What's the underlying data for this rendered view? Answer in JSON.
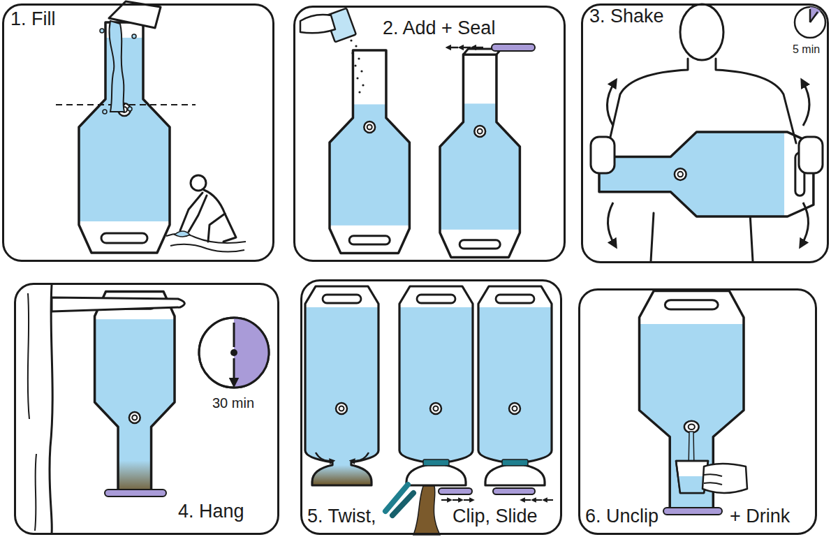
{
  "diagram": {
    "nodes": [
      {
        "text": [
          "1. Fill"
        ]
      },
      {
        "text": [
          "2. Add + Seal"
        ]
      },
      {
        "text": [
          "3. Shake",
          "5 min"
        ]
      },
      {
        "text": [
          "4. Hang",
          "30 min"
        ]
      },
      {
        "text": [
          "5. Twist,",
          "Clip, Slide"
        ]
      },
      {
        "text": [
          "6. Unclip",
          "+ Drink"
        ]
      }
    ]
  }
}
